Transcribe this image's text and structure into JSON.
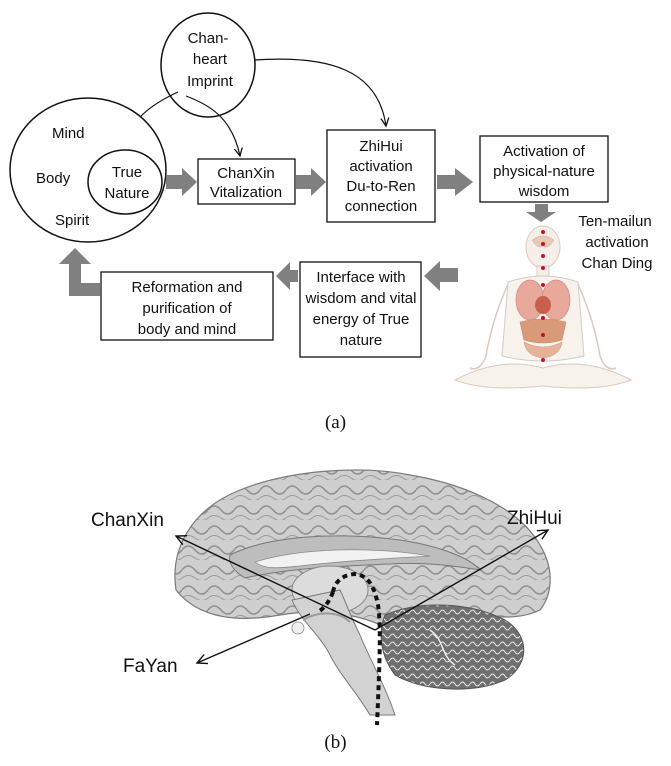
{
  "panel_a": {
    "caption": "(a)",
    "chan_heart": [
      "Chan-",
      "heart",
      "Imprint"
    ],
    "outer_circle": {
      "mind": "Mind",
      "body": "Body",
      "spirit": "Spirit"
    },
    "true_nature": [
      "True",
      "Nature"
    ],
    "boxes": {
      "chanxin": [
        "ChanXin",
        "Vitalization"
      ],
      "zhihui": [
        "ZhiHui",
        "activation",
        "Du-to-Ren",
        "connection"
      ],
      "activation": [
        "Activation of",
        "physical-nature",
        "wisdom"
      ],
      "interface": [
        "Interface with",
        "wisdom and vital",
        "energy of True",
        "nature"
      ],
      "reformation": [
        "Reformation and",
        "purification of",
        "body and mind"
      ]
    },
    "ten_mailun": [
      "Ten-mailun",
      "activation",
      "Chan Ding"
    ],
    "arrow_color": "#808080"
  },
  "panel_b": {
    "caption": "(b)",
    "labels": {
      "chanxin": "ChanXin",
      "zhihui": "ZhiHui",
      "fayan": "FaYan"
    }
  }
}
